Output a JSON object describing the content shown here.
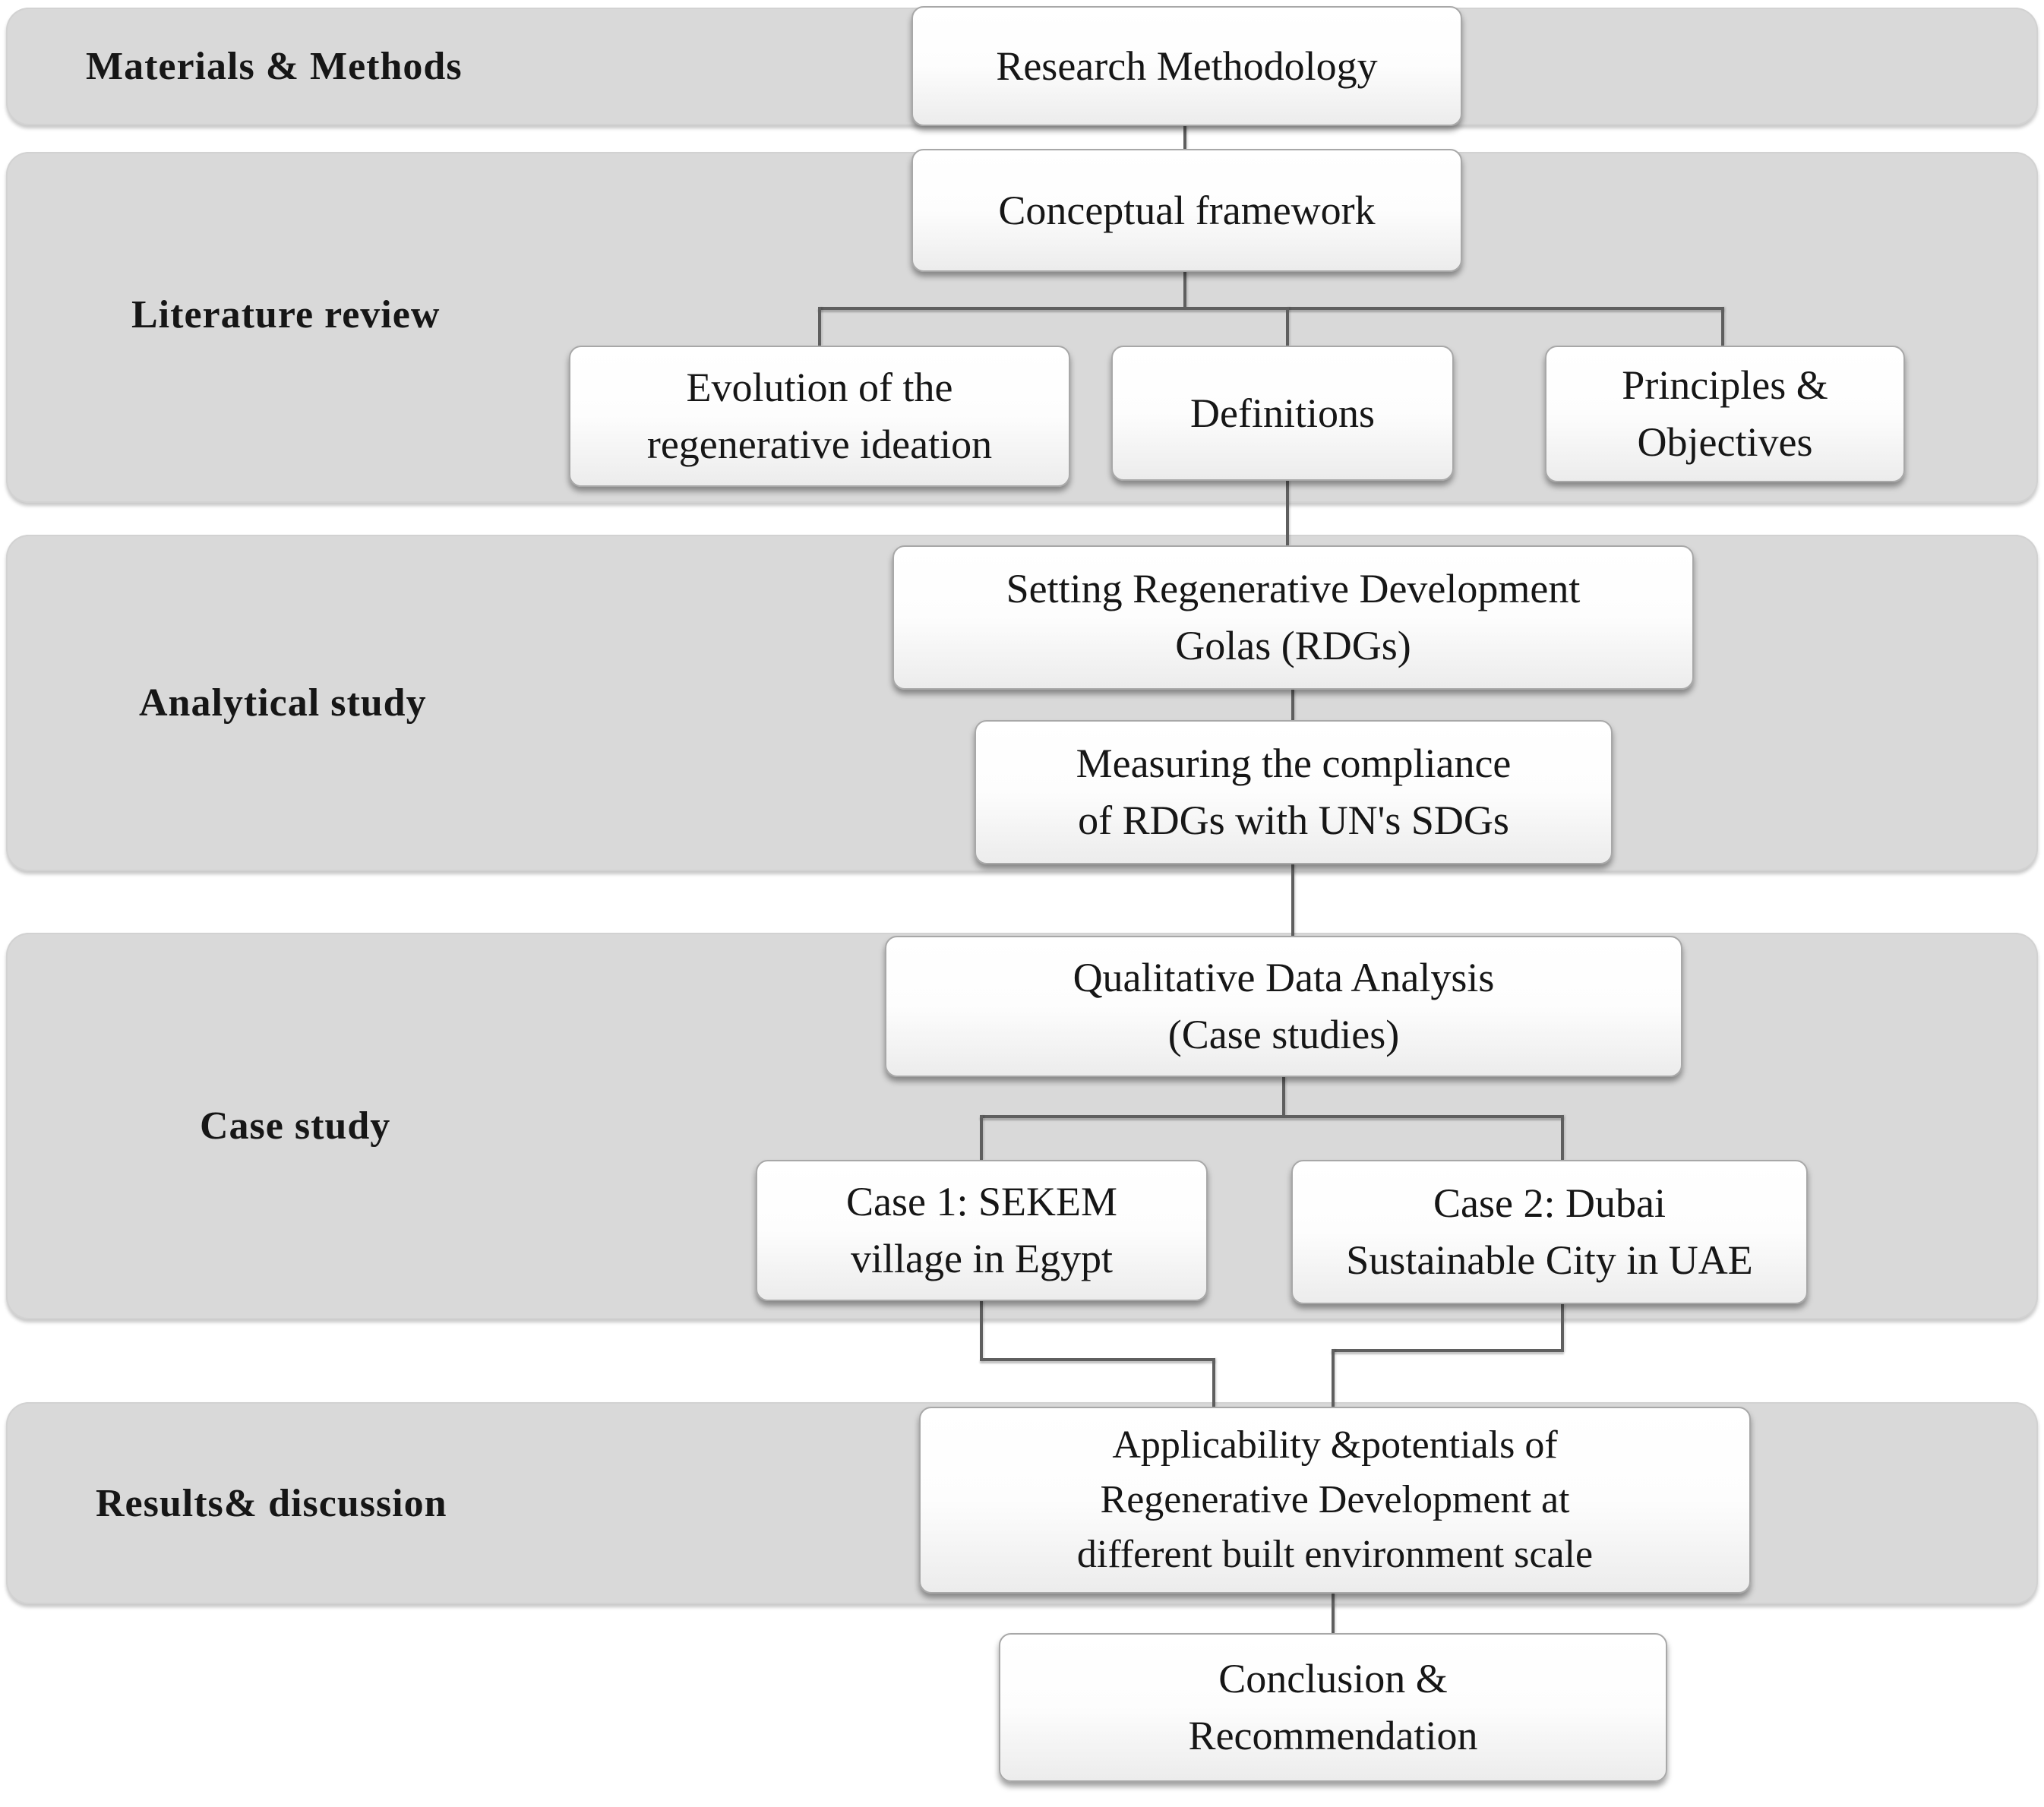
{
  "diagram": {
    "title": "Research methodology flow diagram",
    "colors": {
      "background": "#ffffff",
      "band_fill": "#d9d9d9",
      "box_fill_top": "#ffffff",
      "box_fill_bottom": "#ececec",
      "box_border": "#a8a8a8",
      "connector": "#5f5f5f",
      "text": "#161616"
    },
    "bands": [
      {
        "id": "materials",
        "label": "Materials & Methods"
      },
      {
        "id": "literature",
        "label": "Literature review"
      },
      {
        "id": "analytical",
        "label": "Analytical study"
      },
      {
        "id": "case",
        "label": "Case study"
      },
      {
        "id": "results",
        "label": "Results& discussion"
      }
    ],
    "nodes": [
      {
        "id": "research-methodology",
        "lines": [
          "Research Methodology"
        ]
      },
      {
        "id": "conceptual-framework",
        "lines": [
          "Conceptual framework"
        ]
      },
      {
        "id": "evolution",
        "lines": [
          "Evolution of the",
          "regenerative ideation"
        ]
      },
      {
        "id": "definitions",
        "lines": [
          "Definitions"
        ]
      },
      {
        "id": "principles",
        "lines": [
          "Principles &",
          "Objectives"
        ]
      },
      {
        "id": "setting-rdg",
        "lines": [
          "Setting Regenerative Development",
          "Golas (RDGs)"
        ]
      },
      {
        "id": "measuring",
        "lines": [
          "Measuring the compliance",
          "of RDGs with UN's SDGs"
        ]
      },
      {
        "id": "qualitative",
        "lines": [
          "Qualitative Data Analysis",
          "(Case studies)"
        ]
      },
      {
        "id": "case1",
        "lines": [
          "Case 1: SEKEM",
          "village in Egypt"
        ]
      },
      {
        "id": "case2",
        "lines": [
          "Case 2: Dubai",
          "Sustainable City in UAE"
        ]
      },
      {
        "id": "applicability",
        "lines": [
          "Applicability &potentials of",
          "Regenerative Development at",
          "different built environment scale"
        ]
      },
      {
        "id": "conclusion",
        "lines": [
          "Conclusion &",
          "Recommendation"
        ]
      }
    ]
  }
}
